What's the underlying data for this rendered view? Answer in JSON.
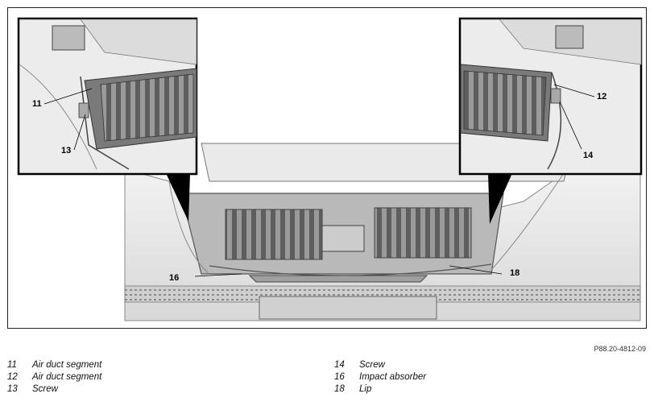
{
  "figure": {
    "id": "P88.20-4812-09",
    "callouts": [
      "11",
      "12",
      "13",
      "14",
      "16",
      "18"
    ]
  },
  "legend": {
    "left": [
      {
        "num": "11",
        "label": "Air duct segment"
      },
      {
        "num": "12",
        "label": "Air duct segment"
      },
      {
        "num": "13",
        "label": "Screw"
      }
    ],
    "right": [
      {
        "num": "14",
        "label": "Screw"
      },
      {
        "num": "16",
        "label": "Impact absorber"
      },
      {
        "num": "18",
        "label": "Lip"
      }
    ]
  }
}
